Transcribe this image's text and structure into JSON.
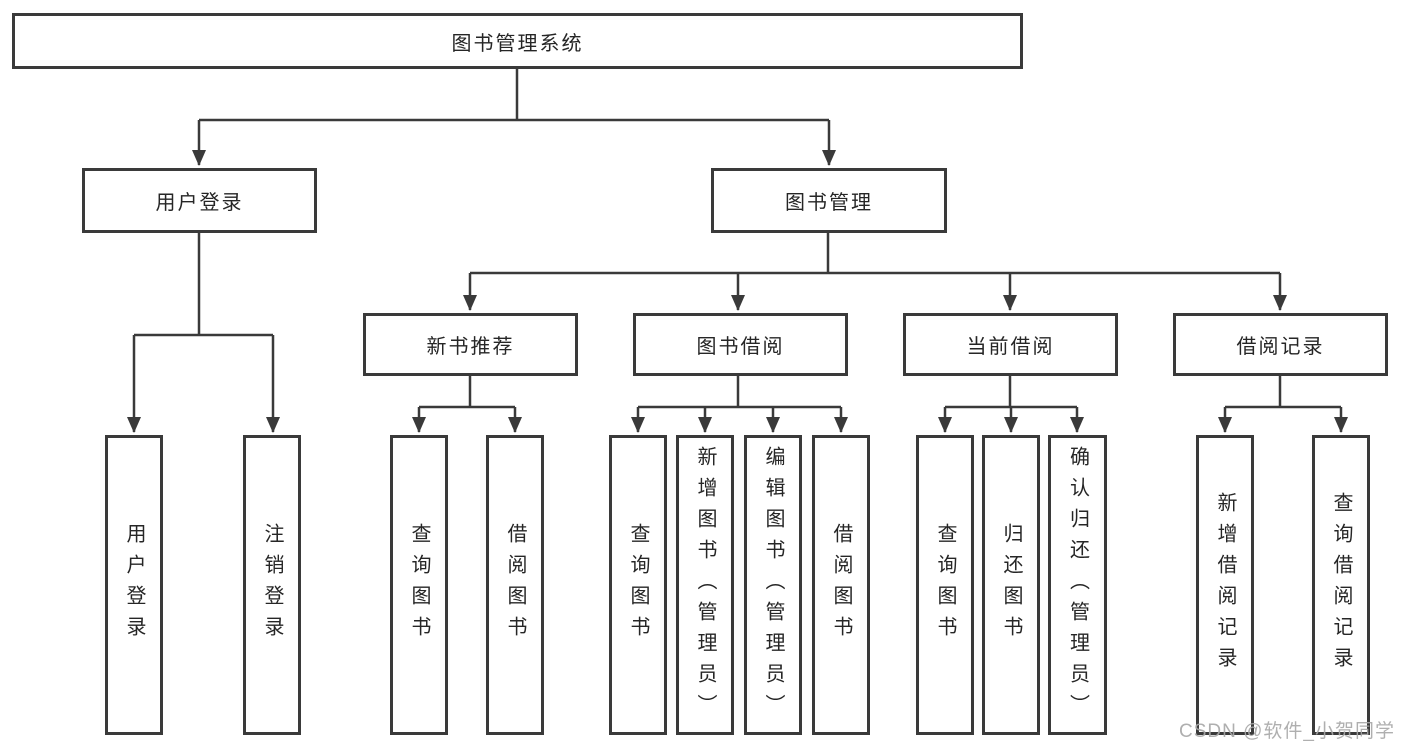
{
  "diagram": {
    "root": {
      "label": "图书管理系统"
    },
    "level2": [
      {
        "label": "用户登录"
      },
      {
        "label": "图书管理"
      }
    ],
    "level3": [
      {
        "label": "新书推荐",
        "parent": "图书管理"
      },
      {
        "label": "图书借阅",
        "parent": "图书管理"
      },
      {
        "label": "当前借阅",
        "parent": "图书管理"
      },
      {
        "label": "借阅记录",
        "parent": "图书管理"
      }
    ],
    "leaves": [
      {
        "label": "用户登录",
        "parent": "用户登录"
      },
      {
        "label": "注销登录",
        "parent": "用户登录"
      },
      {
        "label": "查询图书",
        "parent": "新书推荐"
      },
      {
        "label": "借阅图书",
        "parent": "新书推荐"
      },
      {
        "label": "查询图书",
        "parent": "图书借阅"
      },
      {
        "label": "新增图书（管理员）",
        "parent": "图书借阅"
      },
      {
        "label": "编辑图书（管理员）",
        "parent": "图书借阅"
      },
      {
        "label": "借阅图书",
        "parent": "图书借阅"
      },
      {
        "label": "查询图书",
        "parent": "当前借阅"
      },
      {
        "label": "归还图书",
        "parent": "当前借阅"
      },
      {
        "label": "确认归还（管理员）",
        "parent": "当前借阅"
      },
      {
        "label": "新增借阅记录",
        "parent": "借阅记录"
      },
      {
        "label": "查询借阅记录",
        "parent": "借阅记录"
      }
    ]
  },
  "watermark": "CSDN @软件_小贺同学",
  "colors": {
    "line": "#3a3a3a",
    "text": "#262626",
    "background": "#ffffff",
    "watermark": "#a8a8a8"
  }
}
